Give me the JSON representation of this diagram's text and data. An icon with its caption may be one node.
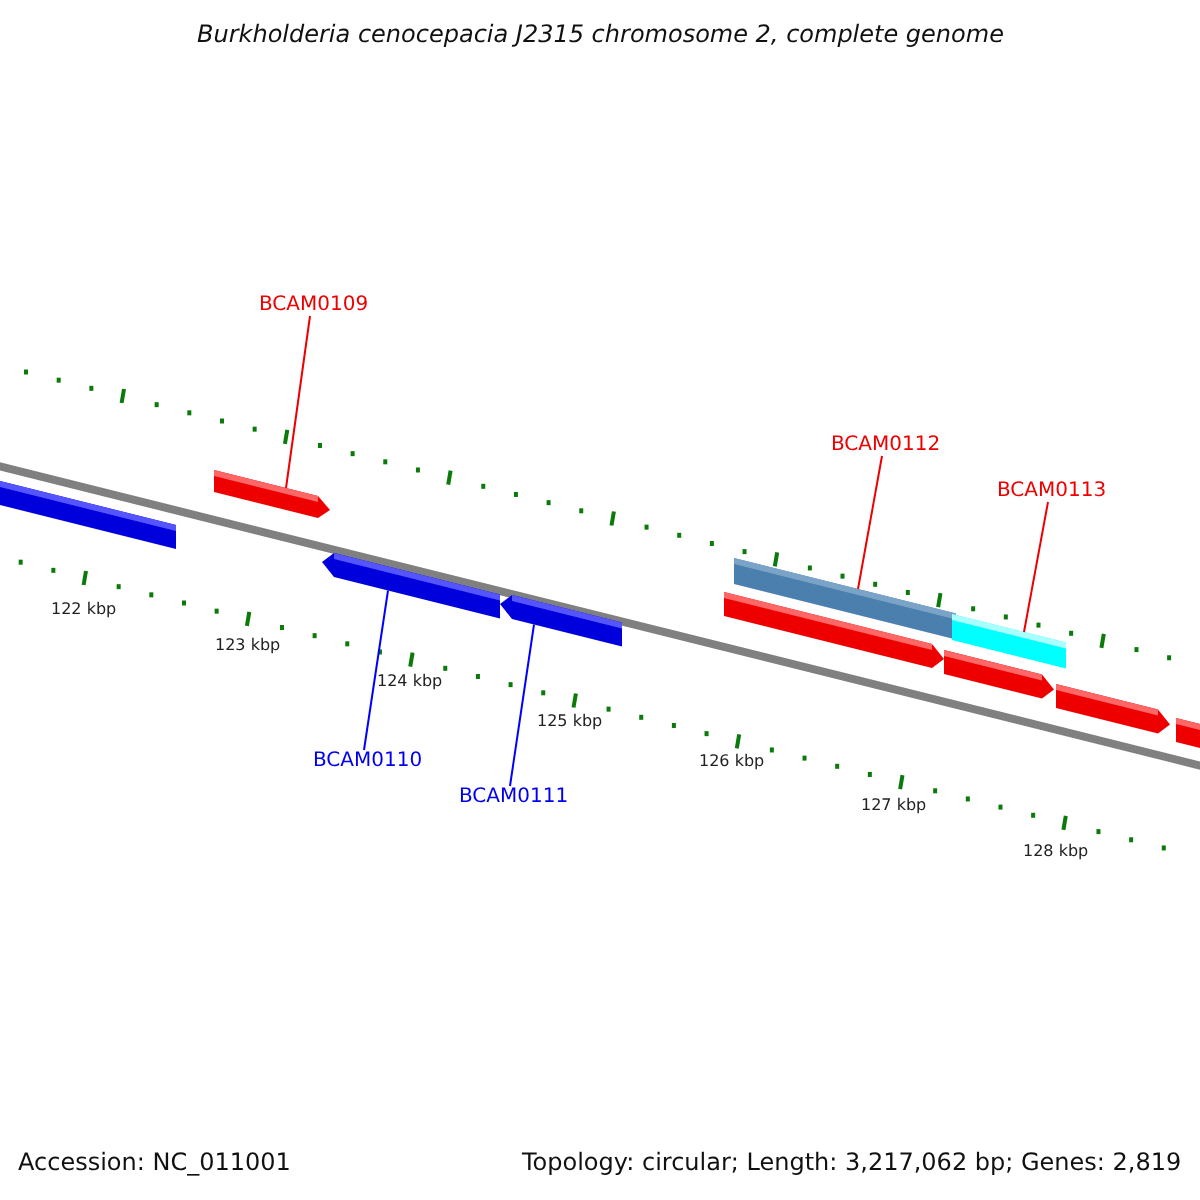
{
  "diagram": {
    "title": "Burkholderia cenocepacia J2315 chromosome 2, complete genome",
    "nodes": [
      {
        "text": [
          "BCAM0109"
        ]
      },
      {
        "text": [],
        "shape": "arrow"
      },
      {
        "text": [
          "BCAM0112"
        ]
      },
      {
        "text": [],
        "shape": "bar"
      },
      {
        "text": [
          "BCAM0113"
        ]
      },
      {
        "text": [],
        "shape": "bar"
      },
      {
        "text": [],
        "shape": "arrow"
      },
      {
        "text": [
          "BCAM0110"
        ]
      },
      {
        "text": [],
        "shape": "arrow"
      },
      {
        "text": [
          "BCAM0111"
        ]
      },
      {
        "text": [],
        "shape": "arrow"
      },
      {
        "text": [],
        "shape": "arrow"
      },
      {
        "text": [],
        "shape": "arrow"
      },
      {
        "text": [],
        "shape": "arrow"
      },
      {
        "text": [],
        "shape": "arrow"
      }
    ],
    "edges": [
      {
        "from": 0,
        "to": 1,
        "arrow": "none"
      },
      {
        "from": 2,
        "to": 3,
        "arrow": "none"
      },
      {
        "from": 4,
        "to": 5,
        "arrow": "none"
      },
      {
        "from": 7,
        "to": 6,
        "arrow": "none",
        "color": "#0000ff"
      },
      {
        "from": 9,
        "to": 8,
        "arrow": "none",
        "color": "#0000ff"
      }
    ],
    "labels": [
      "122 kbp",
      "123 kbp",
      "124 kbp",
      "125 kbp",
      "126 kbp",
      "127 kbp",
      "128 kbp",
      "Accession: NC_011001",
      "Topology: circular; Length: 3,217,062 bp; Genes: 2,819"
    ]
  }
}
